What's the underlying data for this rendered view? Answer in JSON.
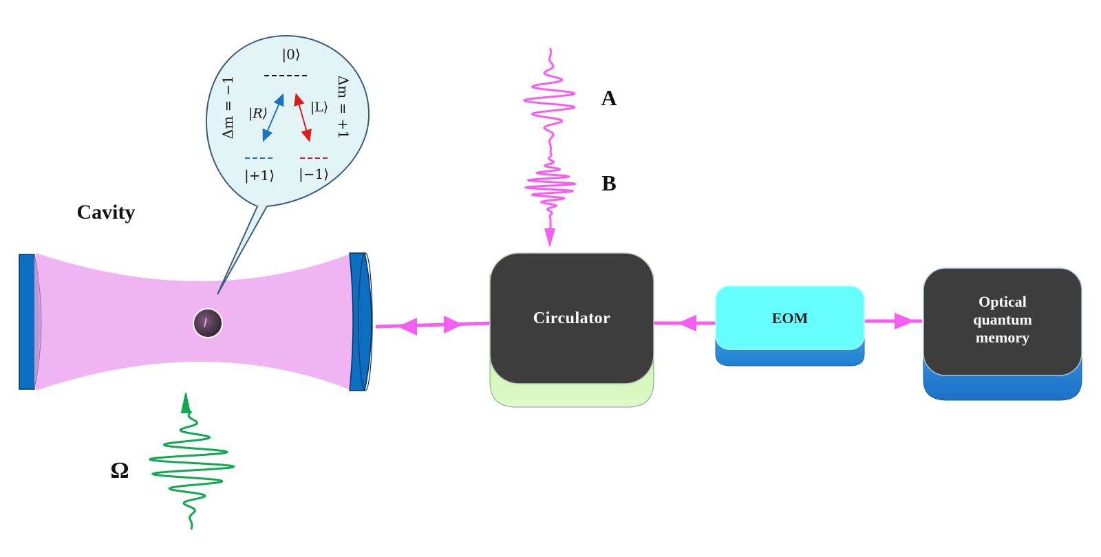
{
  "labels": {
    "cavity": "Cavity",
    "pulse_a": "A",
    "pulse_b": "B",
    "omega": "Ω",
    "circulator": "Circulator",
    "eom": "EOM",
    "memory_line1": "Optical",
    "memory_line2": "quantum",
    "memory_line3": "memory"
  },
  "bubble": {
    "state_top": "|0⟩",
    "state_plus1": "|+1⟩",
    "state_minus1": "|−1⟩",
    "pol_r": "|R⟩",
    "pol_l": "|L⟩",
    "dm_left": "Δm = −1",
    "dm_right": "Δm = +1"
  },
  "colors": {
    "laser": "#f55ef0",
    "cavity_beam": "#f0b4f2",
    "mirror": "#0a6fc0",
    "control_pulse": "#11a84f",
    "box_dark": "#3d3d3d",
    "circulator_base": "#c9f5b0",
    "eom_top": "#66ffff",
    "eom_base": "#3aa0e6",
    "memory_base": "#2b8fe0",
    "bubble_fill": "#e2f4f5",
    "transition_r": "#1a75bf",
    "transition_l": "#e01b1b"
  }
}
